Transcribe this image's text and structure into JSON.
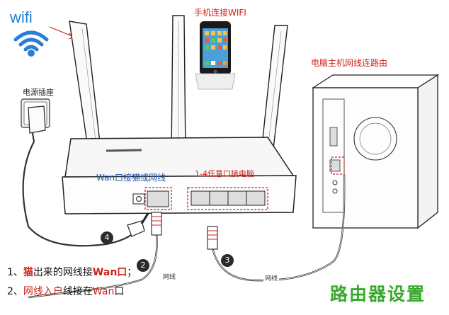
{
  "labels": {
    "wifi": "wifi",
    "phone_caption": "手机连接WIFI",
    "pc_caption": "电脑主机网线连路由",
    "power_caption": "电源插座",
    "wan_caption": "Wan口接猫或网线",
    "lan_caption": "1-4任意口接电脑",
    "cable_tag_a": "网线",
    "cable_tag_b": "网线"
  },
  "steps": {
    "four": "4",
    "two": "2",
    "three": "3"
  },
  "notes": {
    "line1": {
      "prefix": "1、",
      "red": "猫",
      "mid": "出来的网线接",
      "red_bold": "Wan口",
      "suffix": "；"
    },
    "line2": {
      "prefix": "2、",
      "red": "网线入户",
      "mid": "线接在",
      "red_plain": "Wan",
      "suffix": "口"
    }
  },
  "brand": "路由器设置",
  "colors": {
    "accent_red": "#d0201a",
    "wifi_blue": "#2a7fd4",
    "brand_green": "#3aa72e",
    "wan_blue": "#2255aa"
  },
  "icons": [
    "wifi-icon",
    "phone-icon",
    "router-icon",
    "power-adapter-icon",
    "pc-tower-icon",
    "ethernet-plug-icon"
  ]
}
